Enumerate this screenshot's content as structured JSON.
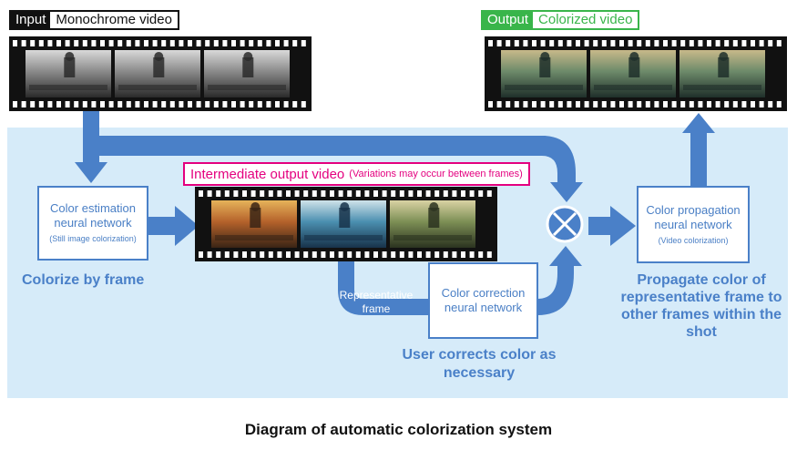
{
  "input_tag": {
    "head": "Input",
    "body": "Monochrome video"
  },
  "output_tag": {
    "head": "Output",
    "body": "Colorized video"
  },
  "intermediate_tag": {
    "main": "Intermediate output video",
    "note": "(Variations may occur between frames)"
  },
  "boxes": {
    "color_estimation": {
      "title": "Color estimation neural network",
      "sub": "(Still image colorization)"
    },
    "color_correction": {
      "title": "Color correction neural network"
    },
    "color_propagation": {
      "title": "Color propagation neural network",
      "sub": "(Video colorization)"
    }
  },
  "labels": {
    "colorize_by_frame": "Colorize by frame",
    "representative_frame": "Representative frame",
    "user_corrects": "User corrects color as necessary",
    "propagate": "Propagate color of representative frame to other frames within the shot"
  },
  "caption": "Diagram of automatic colorization system",
  "colors": {
    "arrow": "#4a80c8",
    "panel": "#d6ebf9",
    "input": "#111111",
    "output": "#39b54a",
    "intermediate": "#e4007f"
  }
}
